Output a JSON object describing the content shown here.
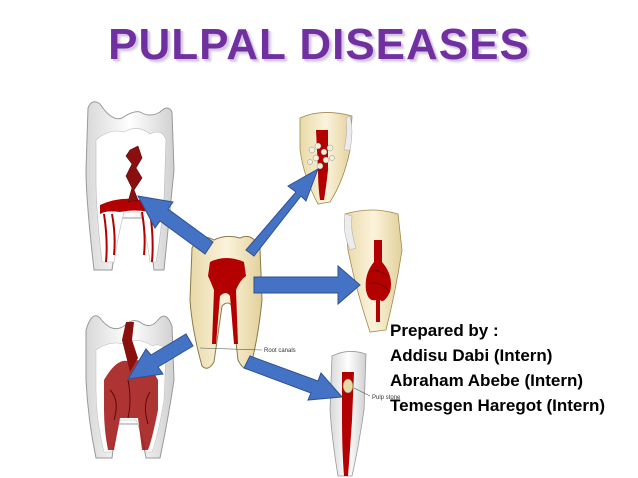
{
  "slide": {
    "title": "PULPAL DISEASES",
    "title_color": "#7030a0",
    "credits": {
      "heading": "Prepared by :",
      "authors": [
        "Addisu Dabi (Intern)",
        "Abraham Abebe (Intern)",
        "Temesgen Haregot (Intern)"
      ]
    },
    "diagram_labels": {
      "root_canals": "Root canals",
      "pulp_stone": "Pulp stone"
    },
    "colors": {
      "arrow": "#4472c4",
      "pulp": "#b30000",
      "dentin": "#f5e9c8",
      "enamel": "#f2f2f2"
    }
  }
}
